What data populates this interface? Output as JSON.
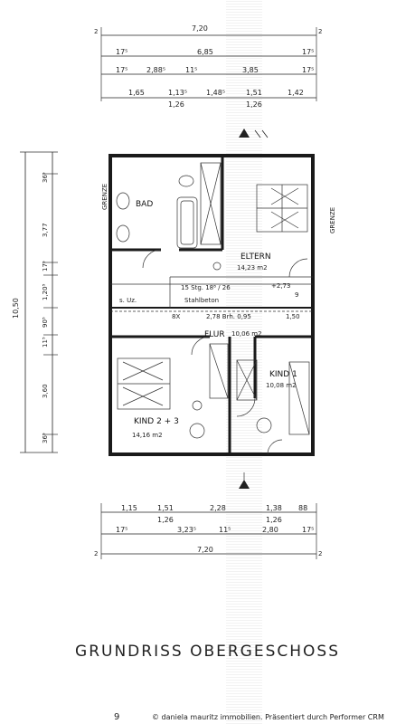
{
  "title": "GRUNDRISS OBERGESCHOSS",
  "footer": {
    "page_number": "9",
    "copyright": "© daniela mauritz immobilien. Präsentiert durch Performer CRM"
  },
  "dimensions": {
    "top_total": "7,20",
    "top_row1": [
      "17⁵",
      "6,85",
      "17⁵"
    ],
    "top_row2": [
      "17⁵",
      "2,88⁵",
      "11⁵",
      "3,85",
      "17⁵"
    ],
    "top_row3": [
      "1,65",
      "1,13⁵",
      "1,48⁵",
      "1,51",
      "1,42"
    ],
    "top_row3_sub": [
      "1,26",
      "1,26"
    ],
    "left_total": "10,50",
    "left_segments": [
      "36⁵",
      "3,77",
      "17⁵",
      "1,20⁵",
      "90⁵",
      "11⁵",
      "3,60",
      "36⁵"
    ],
    "bottom_row1": [
      "1,15",
      "1,51",
      "2,28",
      "1,38",
      "88"
    ],
    "bottom_row1_sub": [
      "1,26",
      "1,26"
    ],
    "bottom_row2": [
      "17⁵",
      "3,23⁵",
      "11⁵",
      "2,80",
      "17⁵"
    ],
    "bottom_total": "7,20",
    "edge_marks": [
      "2",
      "2",
      "2",
      "2"
    ]
  },
  "rooms": {
    "bad": "BAD",
    "eltern": "ELTERN",
    "eltern_area": "14,23 m2",
    "flur": "FLUR",
    "flur_area": "10,06 m2",
    "kind1": "KIND 1",
    "kind1_area": "10,08 m2",
    "kind23": "KIND 2 + 3",
    "kind23_area": "14,16 m2"
  },
  "labels": {
    "grenze_left": "GRENZE",
    "grenze_right": "GRENZE",
    "stair": "15 Stg. 18⁸ / 26",
    "stahlbeton": "Stahlbeton",
    "uz": "s. Uz.",
    "level": "+2,73",
    "level_sub": "9",
    "brh": "2,78  Brh. 0,95",
    "brh_left": "8X",
    "beam": "1,50"
  }
}
